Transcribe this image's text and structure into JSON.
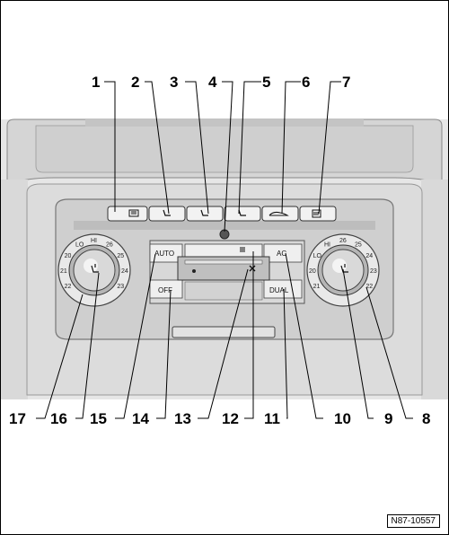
{
  "callouts": {
    "top": [
      "1",
      "2",
      "3",
      "4",
      "5",
      "6",
      "7"
    ],
    "bottom": [
      "17",
      "16",
      "15",
      "14",
      "13",
      "12",
      "11",
      "10",
      "9",
      "8"
    ]
  },
  "panel": {
    "auto_label": "AUTO",
    "off_label": "OFF",
    "ac_label": "AC",
    "dual_label": "DUAL",
    "left_dial_scale": [
      "22",
      "21",
      "20",
      "LO",
      "HI",
      "26",
      "25",
      "24",
      "23"
    ],
    "right_dial_scale": [
      "21",
      "20",
      "LO",
      "HI",
      "26",
      "25",
      "24",
      "23",
      "22"
    ]
  },
  "reference": "N87-10557"
}
